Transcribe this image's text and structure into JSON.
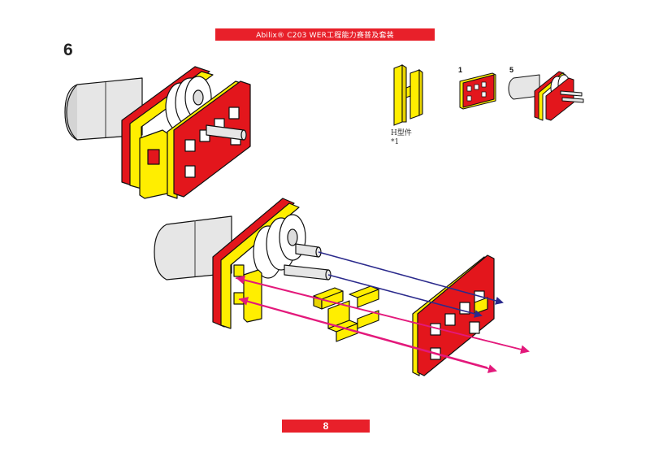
{
  "header": {
    "title": "Abilix® C203 WER工程能力赛普及套装"
  },
  "step": {
    "number": "6"
  },
  "parts": {
    "name": "H型件",
    "quantity": "*1"
  },
  "reference": {
    "left_label": "1",
    "right_label": "5"
  },
  "footer": {
    "page_number": "8"
  },
  "colors": {
    "brand_red": "#e8202a",
    "part_yellow": "#ffee00",
    "part_red": "#e3161c",
    "arrow_blue": "#2b2a8c",
    "arrow_magenta": "#e3197b"
  }
}
